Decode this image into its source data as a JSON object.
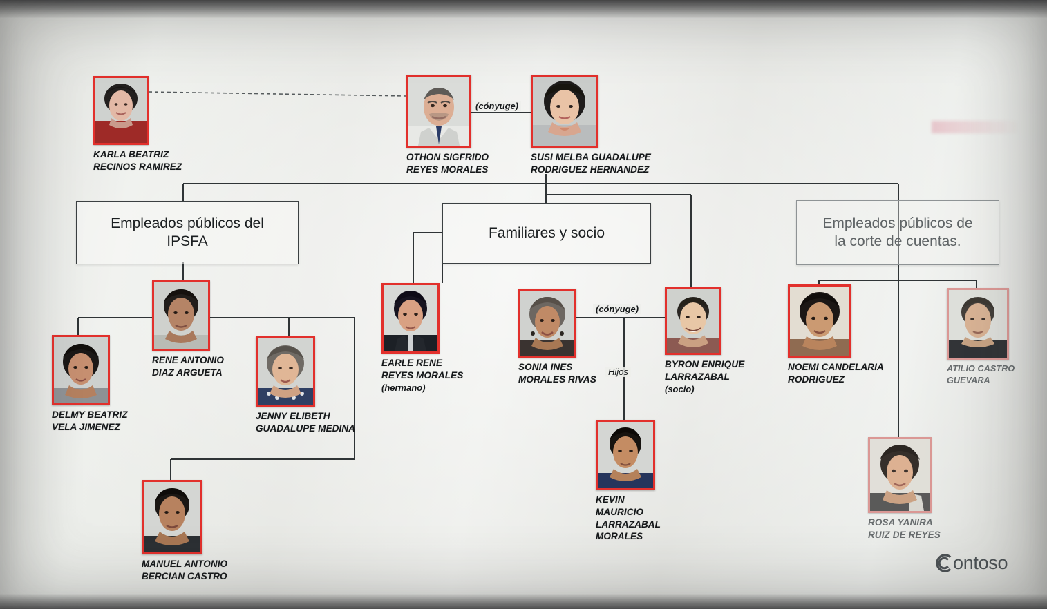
{
  "document": {
    "kind": "organizational-relationship-chart",
    "language": "es"
  },
  "groups": [
    {
      "id": "ipsfa",
      "label": "Empleados públicos del\nIPSFA"
    },
    {
      "id": "fam",
      "label": "Familiares y socio"
    },
    {
      "id": "corte",
      "label": "Empleados públicos de\nla corte de cuentas."
    }
  ],
  "people": [
    {
      "id": "karla",
      "name": "KARLA BEATRIZ\nRECINOS RAMIREZ",
      "role": ""
    },
    {
      "id": "othon",
      "name": "OTHON SIGFRIDO\nREYES MORALES",
      "role": ""
    },
    {
      "id": "susi",
      "name": "SUSI MELBA GUADALUPE\nRODRIGUEZ HERNANDEZ",
      "role": ""
    },
    {
      "id": "rene",
      "name": "RENE ANTONIO\nDIAZ ARGUETA",
      "role": ""
    },
    {
      "id": "delmy",
      "name": "DELMY BEATRIZ\nVELA JIMENEZ",
      "role": ""
    },
    {
      "id": "jenny",
      "name": "JENNY ELIBETH\nGUADALUPE MEDINA",
      "role": ""
    },
    {
      "id": "manuel",
      "name": "MANUEL ANTONIO\nBERCIAN CASTRO",
      "role": ""
    },
    {
      "id": "earle",
      "name": "EARLE RENE\nREYES MORALES",
      "role": "(hermano)"
    },
    {
      "id": "sonia",
      "name": "SONIA INES\nMORALES RIVAS",
      "role": ""
    },
    {
      "id": "byron",
      "name": "BYRON ENRIQUE\nLARRAZABAL",
      "role": "(socio)"
    },
    {
      "id": "kevin",
      "name": "KEVIN\nMAURICIO\nLARRAZABAL\nMORALES",
      "role": ""
    },
    {
      "id": "noemi",
      "name": "NOEMI CANDELARIA\nRODRIGUEZ",
      "role": ""
    },
    {
      "id": "atilio",
      "name": "ATILIO CASTRO\nGUEVARA",
      "role": ""
    },
    {
      "id": "rosa",
      "name": "ROSA YANIRA\nRUIZ DE REYES",
      "role": ""
    }
  ],
  "edge_labels": {
    "conyuge_top": "(cónyuge)",
    "conyuge_mid": "(cónyuge)",
    "hijos": "Hijos"
  },
  "logo": {
    "text": "ontoso",
    "mark": "broken-circle-c-icon"
  },
  "colors": {
    "photo_frame": "#e2302c",
    "connector": "#2f3436",
    "box_border": "#3b4042",
    "text": "#15181a",
    "paper": "#e9e9e7",
    "logo": "#4b5154"
  }
}
